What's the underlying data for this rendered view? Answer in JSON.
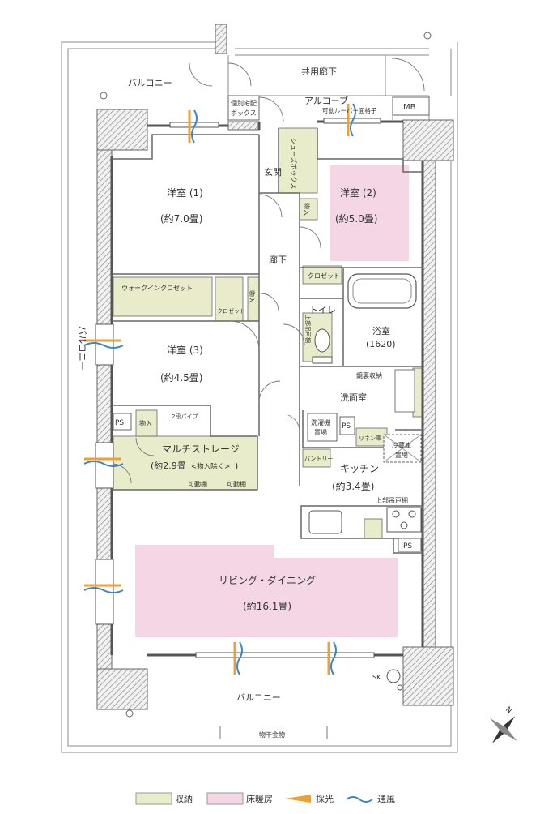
{
  "areas": {
    "corridor": "共用廊下",
    "alcove": "アルコーブ",
    "louver": "可動ルーバー面格子",
    "mb": "MB",
    "balcony_top": "バルコニー",
    "balcony_left": "バルコニー",
    "balcony_bottom": "バルコニー",
    "delivery_box_1": "個別宅配",
    "delivery_box_2": "ボックス",
    "entrance": "玄関",
    "shoes_box": "シューズボックス",
    "hallway": "廊下",
    "drying_rack": "物干金物",
    "sk": "SK"
  },
  "rooms": {
    "western1_name": "洋室 (1)",
    "western1_size": "(約7.0畳)",
    "western2_name": "洋室 (2)",
    "western2_size": "(約5.0畳)",
    "western3_name": "洋室 (3)",
    "western3_size": "(約4.5畳)",
    "multi_name": "マルチストレージ",
    "multi_size": "(約2.9畳",
    "multi_note": "<物入除く>",
    "multi_close": ")",
    "kitchen_name": "キッチン",
    "kitchen_size": "(約3.4畳)",
    "living_name": "リビング・ダイニング",
    "living_size": "(約16.1畳)",
    "bath_name": "浴室",
    "bath_size": "(1620)",
    "toilet": "トイレ",
    "washroom": "洗面室"
  },
  "storage": {
    "walk_in": "ウォークインクロゼット",
    "closet": "クロゼット",
    "closet_small": "クロゼット",
    "storage_a": "物入",
    "storage_b": "物入",
    "storage_c": "物入",
    "pantry": "パントリー",
    "linen": "リネン庫",
    "shelf_1": "可動棚",
    "shelf_2": "可動棚",
    "pipe": "2段パイプ",
    "upper_shelf_toilet": "上部吊戸棚",
    "upper_shelf_kitchen": "上部吊戸棚",
    "mirror_storage": "鏡裏収納",
    "washer_1": "洗濯機",
    "washer_2": "置場",
    "fridge_1": "冷蔵庫",
    "fridge_2": "置場",
    "ps_1": "PS",
    "ps_2": "PS",
    "ps_3": "PS"
  },
  "legend": {
    "storage": "収納",
    "floor_heating": "床暖房",
    "daylight": "採光",
    "ventilation": "通風"
  },
  "colors": {
    "storage": "#e9eccb",
    "floor_heating": "#f4d6e4",
    "daylight": "#f0a030",
    "ventilation": "#3a86c8",
    "wall": "#555555",
    "column": "#777777"
  }
}
